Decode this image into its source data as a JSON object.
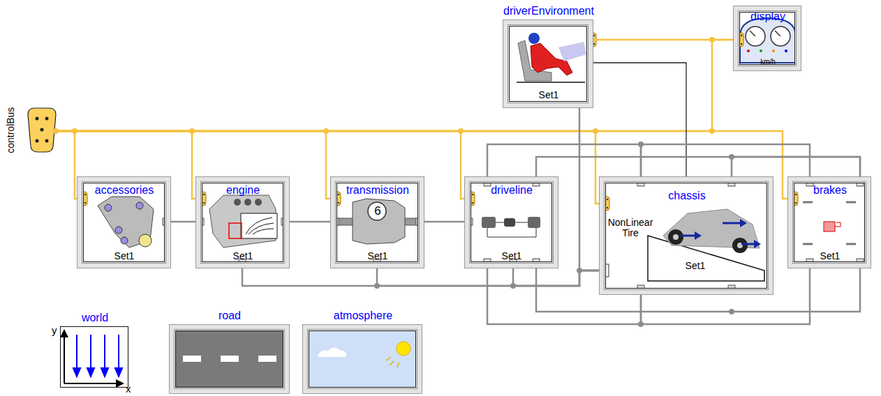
{
  "diagram": {
    "nodes": [
      {
        "text": [
          "display",
          "km/h"
        ]
      },
      {
        "text": [
          "driverEnvironment",
          "Set1"
        ]
      },
      {
        "text": [
          "controlBus"
        ]
      },
      {
        "text": [
          "accessories",
          "Set1"
        ]
      },
      {
        "text": [
          "engine",
          "Set1"
        ]
      },
      {
        "text": [
          "transmission",
          "6",
          "Set1"
        ]
      },
      {
        "text": [
          "driveline",
          "Set1"
        ]
      },
      {
        "text": [
          "chassis",
          "NonLinear Tire",
          "Set1"
        ]
      },
      {
        "text": [
          "brakes",
          "Set1"
        ]
      },
      {
        "text": [
          "world"
        ]
      },
      {
        "text": [
          "road"
        ]
      },
      {
        "text": [
          "atmosphere"
        ]
      }
    ],
    "edges": [
      {
        "from": 2,
        "to": 3,
        "arrow": "none"
      },
      {
        "from": 2,
        "to": 4,
        "arrow": "none"
      },
      {
        "from": 2,
        "to": 5,
        "arrow": "none"
      },
      {
        "from": 2,
        "to": 6,
        "arrow": "none"
      },
      {
        "from": 2,
        "to": 7,
        "arrow": "none"
      },
      {
        "from": 2,
        "to": 8,
        "arrow": "none"
      },
      {
        "from": 2,
        "to": 0,
        "arrow": "none"
      },
      {
        "from": 1,
        "to": 0,
        "arrow": "none"
      },
      {
        "from": 3,
        "to": 4,
        "arrow": "none"
      },
      {
        "from": 4,
        "to": 5,
        "arrow": "none"
      },
      {
        "from": 5,
        "to": 6,
        "arrow": "none"
      },
      {
        "from": 4,
        "to": 7,
        "arrow": "none"
      },
      {
        "from": 5,
        "to": 7,
        "arrow": "none"
      },
      {
        "from": 6,
        "to": 7,
        "arrow": "none"
      },
      {
        "from": 1,
        "to": 7,
        "arrow": "none"
      },
      {
        "from": 1,
        "to": 7,
        "arrow": "none"
      },
      {
        "from": 6,
        "to": 7,
        "arrow": "none"
      },
      {
        "from": 7,
        "to": 8,
        "arrow": "none"
      },
      {
        "from": 6,
        "to": 8,
        "arrow": "none"
      },
      {
        "from": 7,
        "to": 8,
        "arrow": "none"
      },
      {
        "from": 6,
        "to": 7,
        "arrow": "none"
      },
      {
        "from": 6,
        "to": 8,
        "arrow": "none"
      },
      {
        "from": 7,
        "to": 8,
        "arrow": "none"
      }
    ],
    "labels": [
      "y",
      "x"
    ]
  }
}
